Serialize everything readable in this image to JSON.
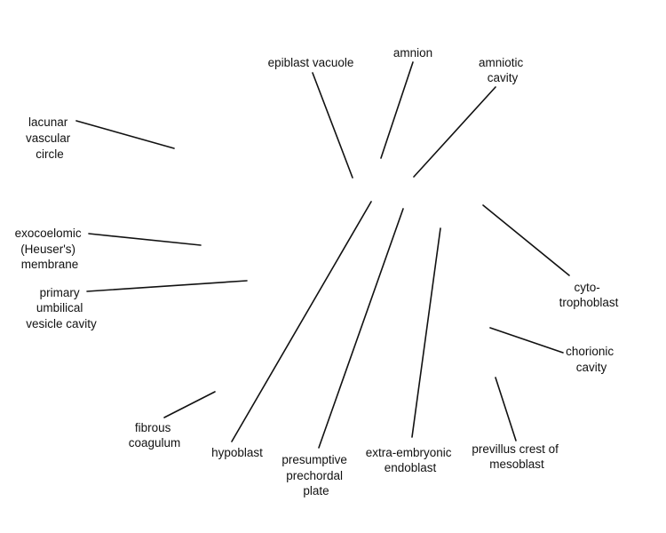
{
  "labels": {
    "lacunar_vascular_circle": [
      "lacunar",
      "vascular",
      "circle"
    ],
    "epiblast_vacuole": [
      "epiblast vacuole"
    ],
    "amnion": [
      "amnion"
    ],
    "amniotic_cavity": [
      "amniotic",
      "cavity"
    ],
    "exocoelomic_membrane": [
      "exocoelomic",
      "(Heuser's)",
      "membrane"
    ],
    "primary_umbilical_vesicle_cavity": [
      "primary",
      "umbilical",
      "vesicle cavity"
    ],
    "cytotrophoblast": [
      "cyto-",
      "trophoblast"
    ],
    "chorionic_cavity": [
      "chorionic",
      "cavity"
    ],
    "fibrous_coagulum": [
      "fibrous",
      "coagulum"
    ],
    "hypoblast": [
      "hypoblast"
    ],
    "presumptive_prechordal_plate": [
      "presumptive",
      "prechordal",
      "plate"
    ],
    "extraembryonic_endoblast": [
      "extra-embryonic",
      "endoblast"
    ],
    "previllus_crest_of_mesoblast": [
      "previllus crest of",
      "mesoblast"
    ]
  }
}
